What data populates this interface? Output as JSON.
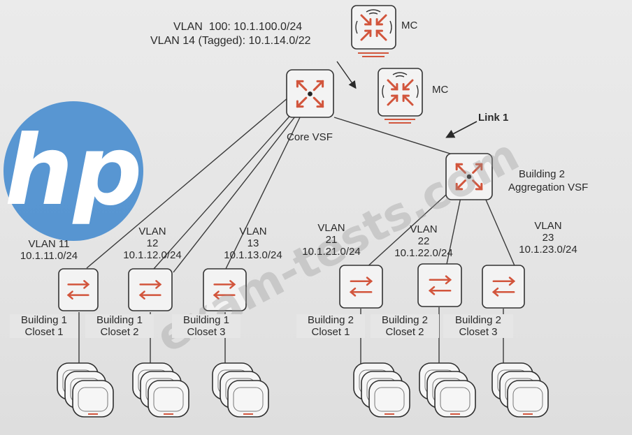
{
  "logo": {
    "text": "hp",
    "color": "#4c8fd0"
  },
  "watermark": "exam-tests.com",
  "vlan_header": {
    "line1": "VLAN  100: 10.1.100.0/24",
    "line2": "VLAN 14 (Tagged): 10.1.14.0/22"
  },
  "controllers": [
    {
      "label": "MC"
    },
    {
      "label": "MC"
    }
  ],
  "core": {
    "label": "Core VSF"
  },
  "link1": {
    "label": "Link 1"
  },
  "aggregation": {
    "label_line1": "Building 2",
    "label_line2": "Aggregation VSF"
  },
  "closets": [
    {
      "vlan": "VLAN 11\n10.1.11.0/24",
      "name": "Building 1\nCloset 1"
    },
    {
      "vlan": "VLAN\n12\n10.1.12.0/24",
      "name": "Building 1\nCloset 2"
    },
    {
      "vlan": "VLAN\n13\n10.1.13.0/24",
      "name": "Building 1\nCloset 3"
    },
    {
      "vlan": "VLAN\n21\n10.1.21.0/24",
      "name": "Building 2\nCloset 1"
    },
    {
      "vlan": "VLAN\n22\n10.1.22.0/24",
      "name": "Building 2\nCloset 2"
    },
    {
      "vlan": "VLAN\n23\n10.1.23.0/24",
      "name": "Building 2\nCloset 3"
    }
  ],
  "colors": {
    "accent": "#d2553c",
    "device_border": "#333333",
    "line": "#3a3a3a"
  }
}
